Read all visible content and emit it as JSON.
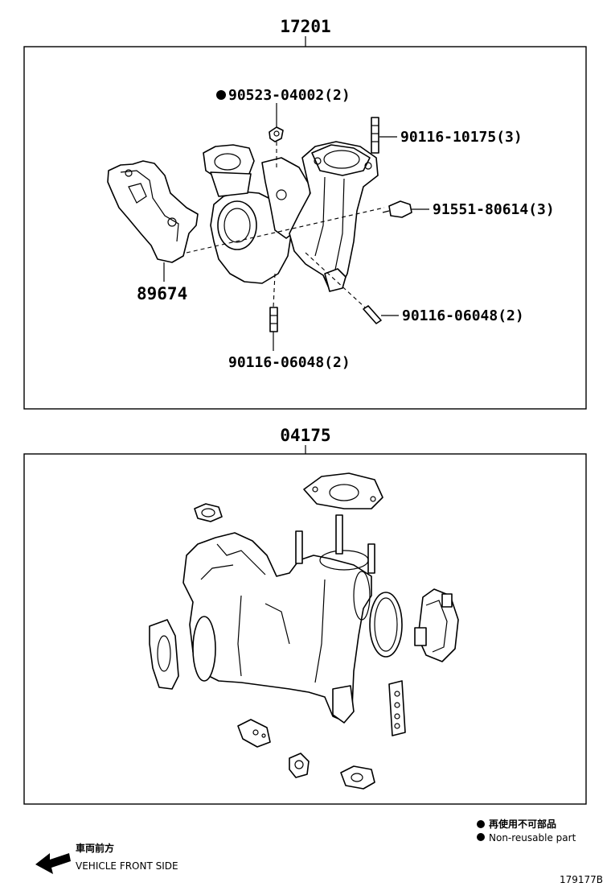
{
  "assemblies": {
    "top_code": "17201",
    "bottom_code": "04175"
  },
  "callouts": {
    "c1": "90523-04002(2)",
    "c2": "90116-10175(3)",
    "c3": "91551-80614(3)",
    "c4": "89674",
    "c5": "90116-06048(2)",
    "c6": "90116-06048(2)"
  },
  "legend": {
    "non_reusable_jp": "再使用不可部品",
    "non_reusable_en": "Non-reusable part",
    "front_jp": "車両前方",
    "front_en": "VEHICLE FRONT SIDE"
  },
  "figure_id": "179177B"
}
